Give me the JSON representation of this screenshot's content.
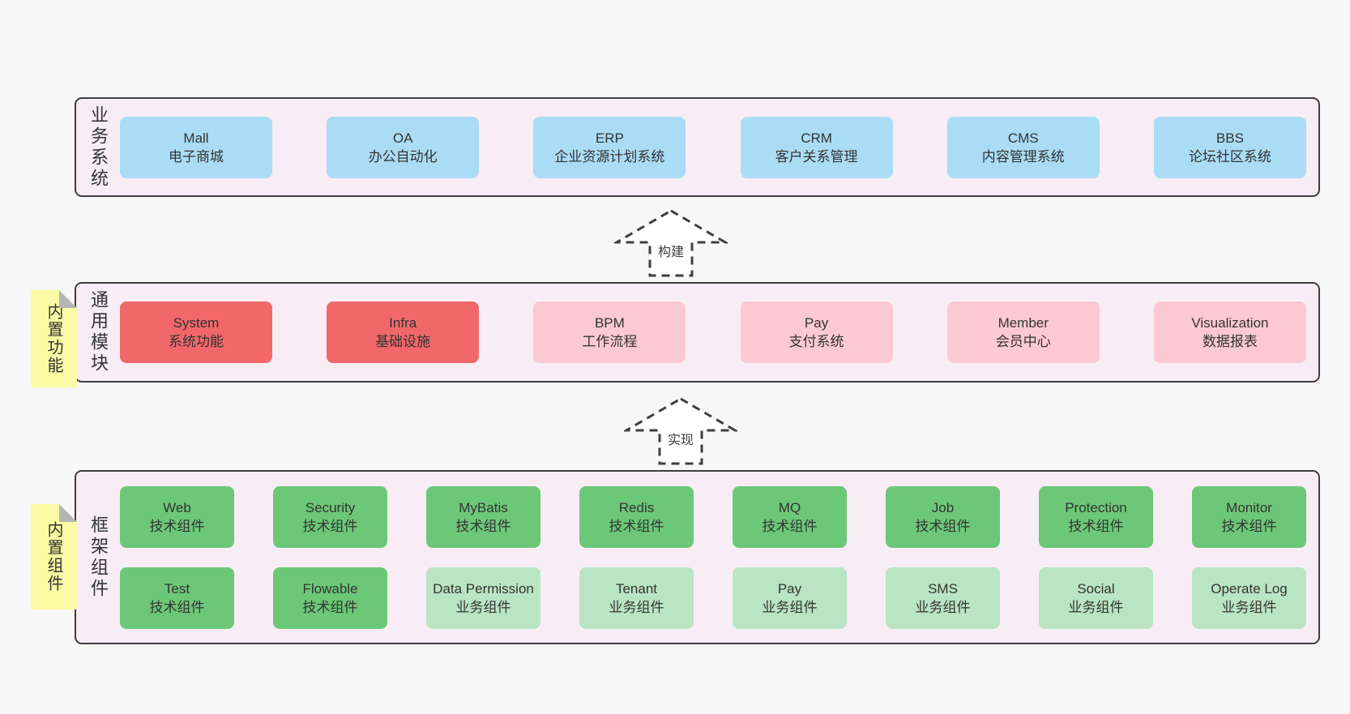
{
  "colors": {
    "page_background": "#f7f7f7",
    "panel_background": "#f8edf5",
    "panel_border": "#3d3d3d",
    "blue_box": "#aadcf5",
    "red_box": "#f2686a",
    "pink_box": "#fbc9d3",
    "green_box": "#6cc878",
    "light_green_box": "#b9e5c3",
    "sticky_note": "#fbfba5",
    "sticky_fold": "#b5b5b5",
    "text": "#333333"
  },
  "layers": {
    "business": {
      "label": "业务系统",
      "boxes": [
        {
          "name": "Mall",
          "subtitle": "电子商城"
        },
        {
          "name": "OA",
          "subtitle": "办公自动化"
        },
        {
          "name": "ERP",
          "subtitle": "企业资源计划系统"
        },
        {
          "name": "CRM",
          "subtitle": "客户关系管理"
        },
        {
          "name": "CMS",
          "subtitle": "内容管理系统"
        },
        {
          "name": "BBS",
          "subtitle": "论坛社区系统"
        }
      ]
    },
    "modules": {
      "label": "通用模块",
      "sticky": "内置功能",
      "boxes": [
        {
          "name": "System",
          "subtitle": "系统功能"
        },
        {
          "name": "Infra",
          "subtitle": "基础设施"
        },
        {
          "name": "BPM",
          "subtitle": "工作流程"
        },
        {
          "name": "Pay",
          "subtitle": "支付系统"
        },
        {
          "name": "Member",
          "subtitle": "会员中心"
        },
        {
          "name": "Visualization",
          "subtitle": "数据报表"
        }
      ]
    },
    "components": {
      "label": "框架组件",
      "sticky": "内置组件",
      "row1": [
        {
          "name": "Web",
          "subtitle": "技术组件"
        },
        {
          "name": "Security",
          "subtitle": "技术组件"
        },
        {
          "name": "MyBatis",
          "subtitle": "技术组件"
        },
        {
          "name": "Redis",
          "subtitle": "技术组件"
        },
        {
          "name": "MQ",
          "subtitle": "技术组件"
        },
        {
          "name": "Job",
          "subtitle": "技术组件"
        },
        {
          "name": "Protection",
          "subtitle": "技术组件"
        },
        {
          "name": "Monitor",
          "subtitle": "技术组件"
        }
      ],
      "row2": [
        {
          "name": "Test",
          "subtitle": "技术组件"
        },
        {
          "name": "Flowable",
          "subtitle": "技术组件"
        },
        {
          "name": "Data Permission",
          "subtitle": "业务组件"
        },
        {
          "name": "Tenant",
          "subtitle": "业务组件"
        },
        {
          "name": "Pay",
          "subtitle": "业务组件"
        },
        {
          "name": "SMS",
          "subtitle": "业务组件"
        },
        {
          "name": "Social",
          "subtitle": "业务组件"
        },
        {
          "name": "Operate Log",
          "subtitle": "业务组件"
        }
      ]
    }
  },
  "arrows": [
    {
      "label": "构建"
    },
    {
      "label": "实现"
    }
  ]
}
